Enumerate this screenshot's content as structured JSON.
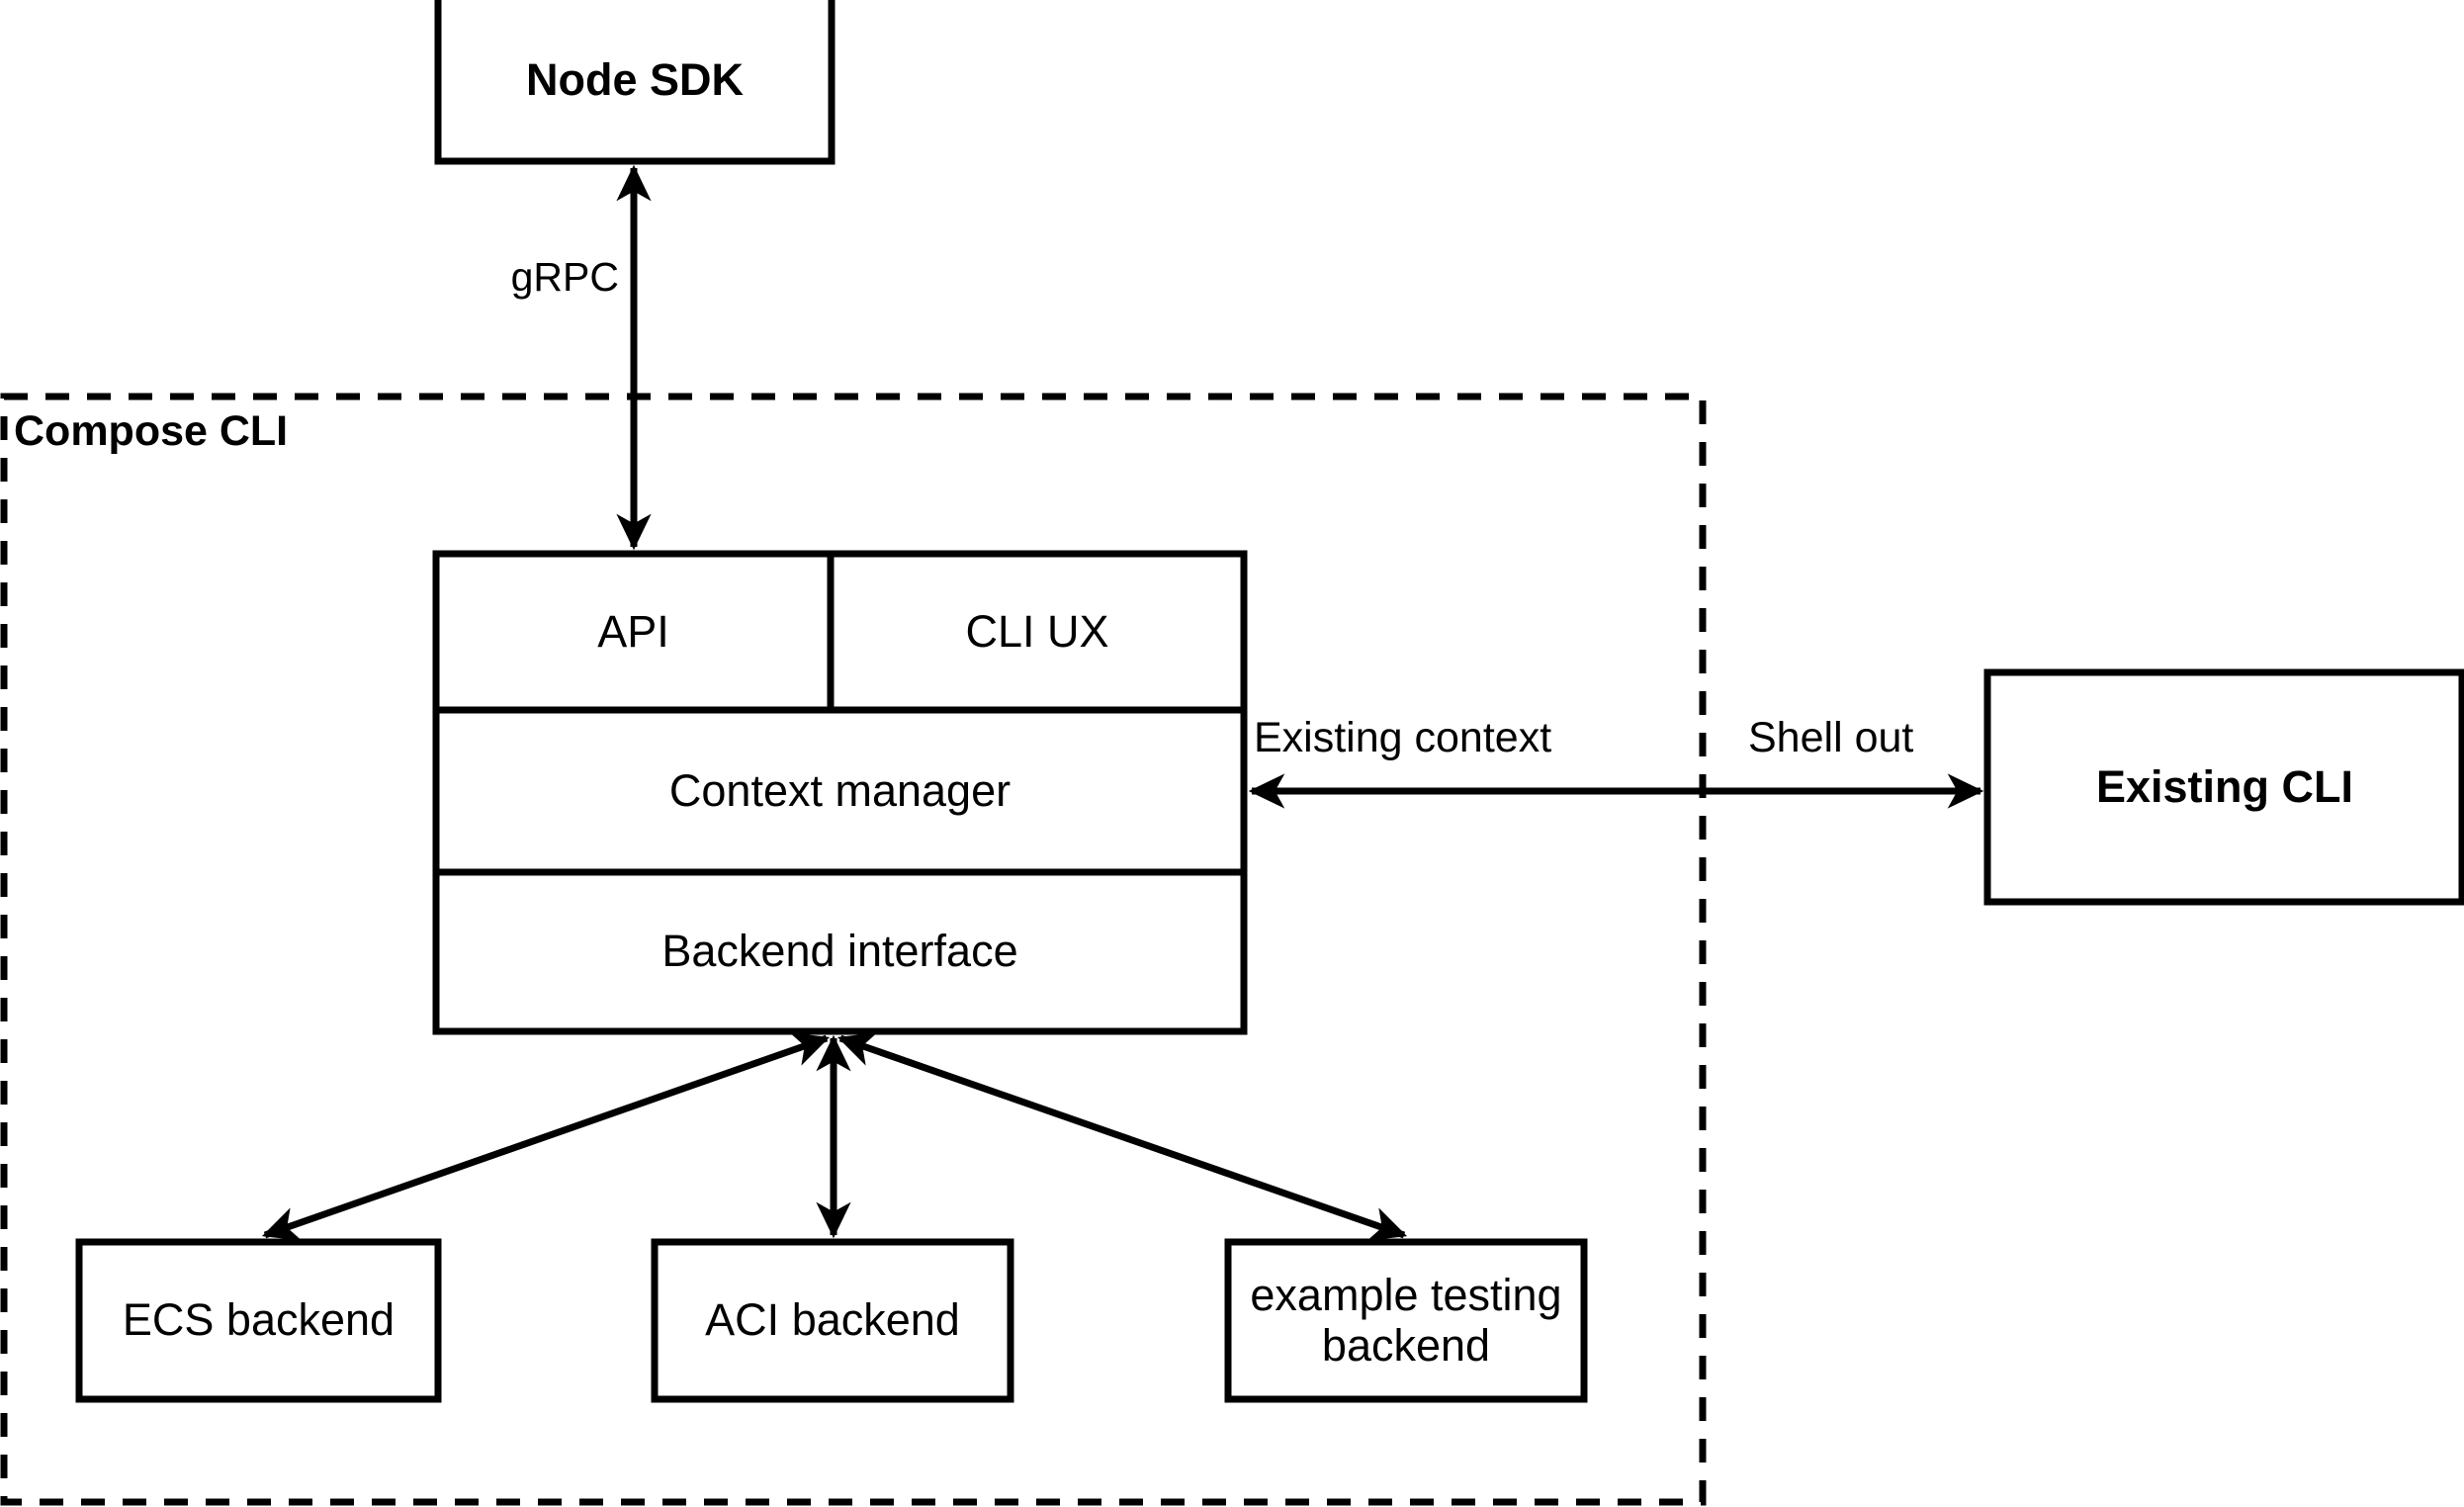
{
  "diagram": {
    "title_group": {
      "label": "Compose CLI"
    },
    "nodes": {
      "node_sdk": "Node SDK",
      "api": "API",
      "cli_ux": "CLI UX",
      "context_manager": "Context manager",
      "backend_interface": "Backend interface",
      "existing_cli": "Existing CLI",
      "ecs_backend": "ECS backend",
      "aci_backend": "ACI backend",
      "example_testing_backend": "example testing\nbackend"
    },
    "edges": {
      "grpc": "gRPC",
      "existing_context": "Existing context",
      "shell_out": "Shell out"
    },
    "colors": {
      "stroke": "#000000",
      "fill": "#ffffff",
      "text": "#000000"
    }
  }
}
